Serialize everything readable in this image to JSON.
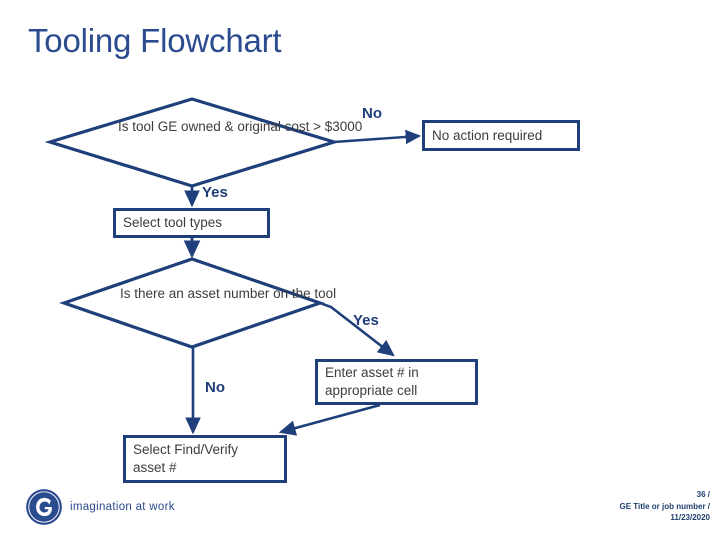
{
  "slide": {
    "title": "Tooling Flowchart"
  },
  "colors": {
    "title_blue": "#2b4b8f",
    "shape_border": "#1f3f7a",
    "shape_text": "#3d3d3d",
    "label_blue": "#203d79",
    "footer_text": "#1f3f6e",
    "background": "#ffffff"
  },
  "flowchart": {
    "type": "flowchart",
    "nodes": [
      {
        "id": "d1",
        "shape": "decision",
        "text_lines": [
          "Is tool GE owned &",
          "original cost > $3000"
        ],
        "text": "Is tool GE owned & original cost > $3000"
      },
      {
        "id": "p-no-action",
        "shape": "process",
        "text_lines": [
          "No action required"
        ],
        "text": "No action required"
      },
      {
        "id": "p-select-tool-types",
        "shape": "process",
        "text_lines": [
          "Select tool types"
        ],
        "text": "Select tool types"
      },
      {
        "id": "d2",
        "shape": "decision",
        "text_lines": [
          "Is there an asset",
          "number on the tool"
        ],
        "text": "Is there an asset number on the tool"
      },
      {
        "id": "p-enter-asset",
        "shape": "process",
        "text_lines": [
          "Enter asset # in",
          "appropriate cell"
        ],
        "text": "Enter asset # in appropriate cell"
      },
      {
        "id": "p-select-find-verify",
        "shape": "process",
        "text_lines": [
          "Select Find/Verify",
          "asset #"
        ],
        "text": "Select Find/Verify asset #"
      }
    ],
    "edges": [
      {
        "from": "d1",
        "to": "p-no-action",
        "label": "No"
      },
      {
        "from": "d1",
        "to": "p-select-tool-types",
        "label": "Yes"
      },
      {
        "from": "p-select-tool-types",
        "to": "d2",
        "label": ""
      },
      {
        "from": "d2",
        "to": "p-enter-asset",
        "label": "Yes"
      },
      {
        "from": "d2",
        "to": "p-select-find-verify",
        "label": "No"
      },
      {
        "from": "p-enter-asset",
        "to": "p-select-find-verify",
        "label": ""
      }
    ],
    "edge_labels": {
      "no_top": "No",
      "yes_top": "Yes",
      "yes_mid": "Yes",
      "no_bottom": "No"
    }
  },
  "footer": {
    "logo_monogram": "GE",
    "tagline": "imagination at work",
    "page_number": "36 /",
    "job_line": "GE Title or job number /",
    "date": "11/23/2020"
  }
}
